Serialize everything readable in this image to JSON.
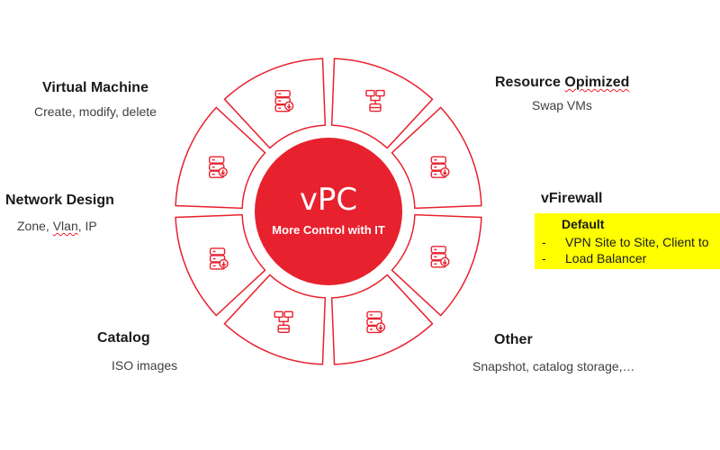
{
  "center": {
    "title": "vPC",
    "subtitle": "More Control with IT"
  },
  "segments": [
    {
      "title": "Virtual Machine",
      "subtitle": "Create, modify, delete",
      "icon": "database-settings-icon"
    },
    {
      "title": "Resource Opimized",
      "subtitle": "Swap VMs",
      "icon": "server-network-icon"
    },
    {
      "title": "vFirewall",
      "icon": "database-download-icon"
    },
    {
      "title": "Network Design",
      "subtitle_parts": [
        "Zone, ",
        "Vlan",
        ", IP"
      ],
      "icon": "database-upload-icon"
    },
    {
      "title": "Catalog",
      "subtitle": "ISO images",
      "icon": "catalog-network-icon"
    },
    {
      "title": "Other",
      "subtitle": "Snapshot, catalog storage,…",
      "icon": "database-shield-icon"
    }
  ],
  "firewall_box": {
    "heading": "Default",
    "items": [
      {
        "bullet": "-",
        "text": "VPN Site to Site, Client to"
      },
      {
        "bullet": "-",
        "text": "Load Balancer"
      }
    ]
  },
  "colors": {
    "accent": "#e8212e",
    "highlight": "#ffff00"
  }
}
